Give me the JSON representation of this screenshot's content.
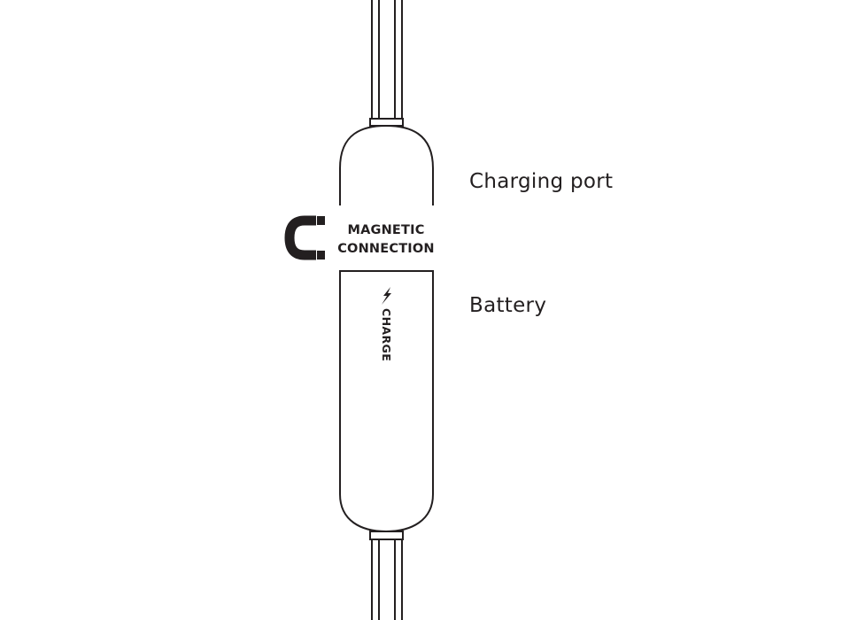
{
  "labels": {
    "charging_port": "Charging port",
    "battery": "Battery"
  },
  "connection": {
    "line1": "MAGNETIC",
    "line2": "CONNECTION",
    "icon": "magnet-icon"
  },
  "battery_mark": {
    "text": "CHARGE",
    "icon": "lightning-bolt-icon"
  },
  "colors": {
    "stroke": "#231f20",
    "background": "#ffffff"
  }
}
